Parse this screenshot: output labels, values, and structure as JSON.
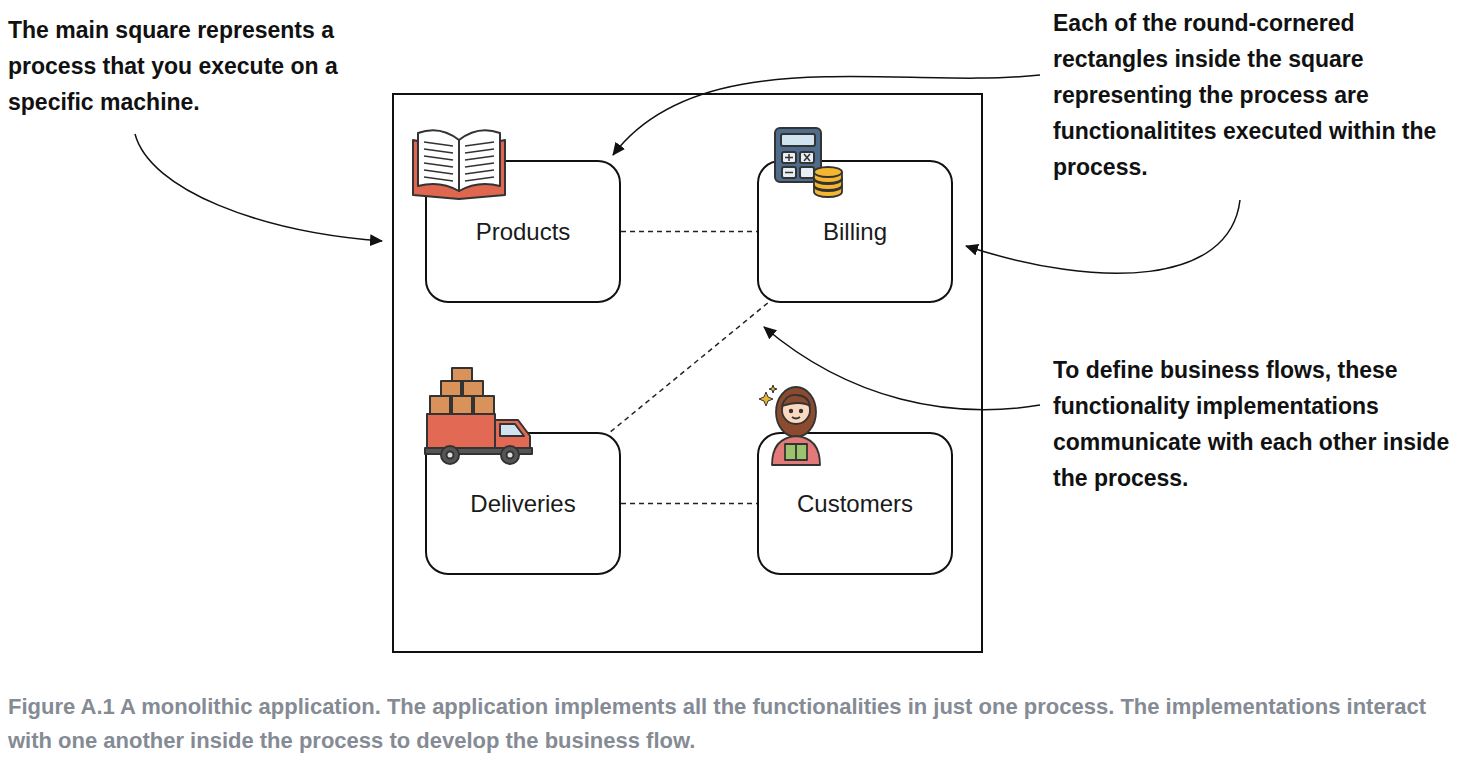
{
  "diagram": {
    "caption": "Figure A.1 A monolithic application. The application implements all the functionalities in just one process. The implementations interact with one another inside the process to develop the business flow.",
    "nodes": [
      {
        "text": [
          "Products"
        ]
      },
      {
        "text": [
          "Billing"
        ]
      },
      {
        "text": [
          "Deliveries"
        ]
      },
      {
        "text": [
          "Customers"
        ]
      }
    ],
    "edges": [
      {
        "from": 0,
        "to": 1,
        "arrow": "none"
      },
      {
        "from": 1,
        "to": 2,
        "arrow": "none"
      },
      {
        "from": 2,
        "to": 3,
        "arrow": "none"
      }
    ],
    "labels": [
      "The main square represents a process that you execute on a specific machine.",
      "Each of the round-cornered rectangles inside the square representing the process are functionalitites executed within the process.",
      "To define business flows, these functionality implementations communicate with each other inside the process."
    ]
  }
}
